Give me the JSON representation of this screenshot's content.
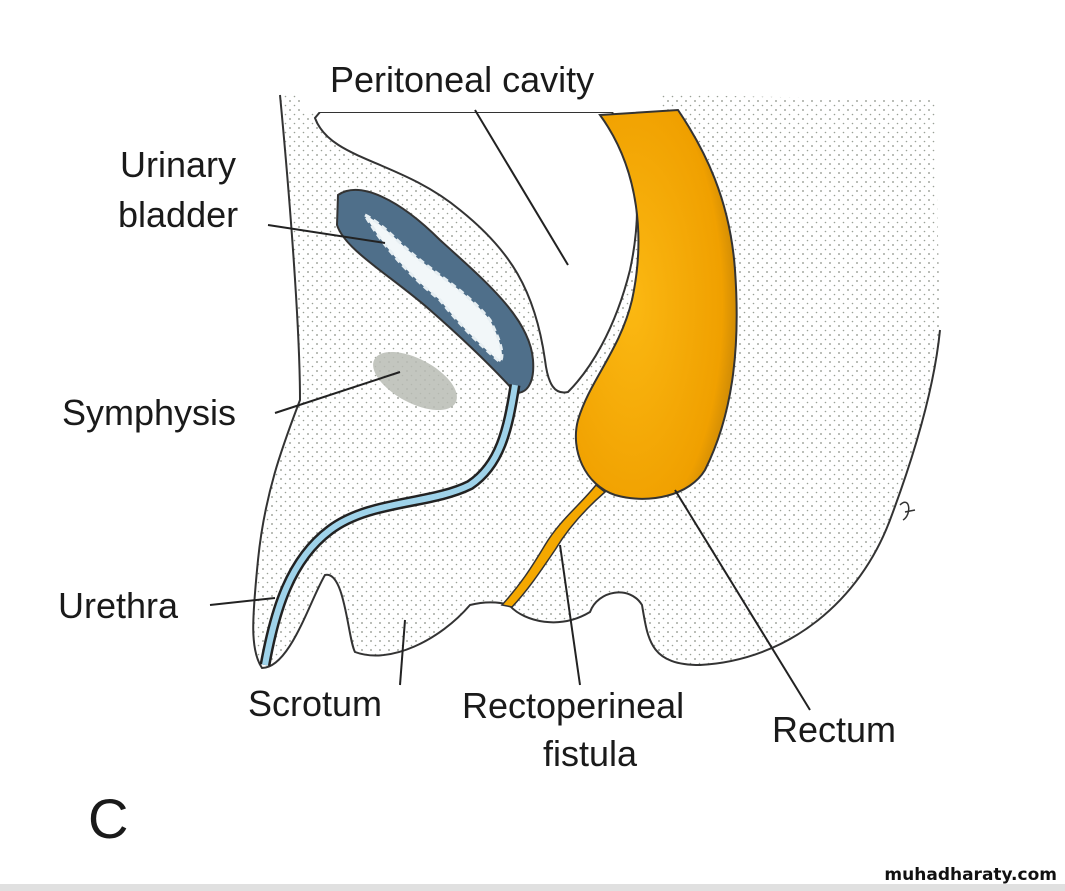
{
  "diagram": {
    "labels": {
      "peritoneal_cavity": "Peritoneal cavity",
      "urinary_bladder_1": "Urinary",
      "urinary_bladder_2": "bladder",
      "symphysis": "Symphysis",
      "urethra": "Urethra",
      "scrotum": "Scrotum",
      "fistula_1": "Rectoperineal",
      "fistula_2": "fistula",
      "rectum": "Rectum"
    },
    "panel_letter": "C",
    "colors": {
      "rectum": "#f5a800",
      "bladder": "#4f6f8a",
      "urethra": "#9fd3ea",
      "symphysis": "#b8bcb4"
    }
  },
  "watermark": "muhadharaty.com"
}
